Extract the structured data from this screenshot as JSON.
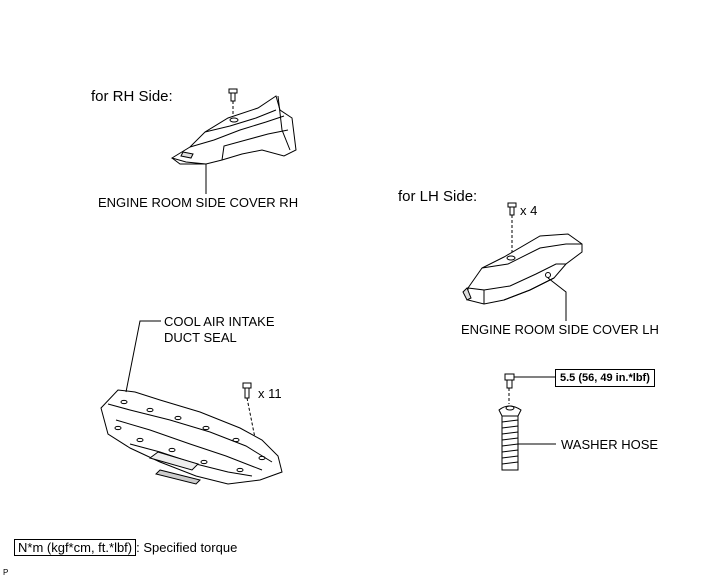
{
  "labels": {
    "rh_side": "for RH Side:",
    "lh_side": "for LH Side:",
    "cover_rh": "ENGINE ROOM SIDE COVER RH",
    "cover_lh": "ENGINE ROOM SIDE COVER LH",
    "seal_line1": "COOL AIR INTAKE",
    "seal_line2": "DUCT SEAL",
    "washer_hose": "WASHER HOSE",
    "clip_count_lh": "x 4",
    "clip_count_seal": "x 11",
    "torque_value": "5.5 (56, 49 in.*lbf)",
    "corner_mark": "P"
  },
  "legend": {
    "box_text": "N*m (kgf*cm, ft.*lbf)",
    "description": ": Specified torque"
  }
}
